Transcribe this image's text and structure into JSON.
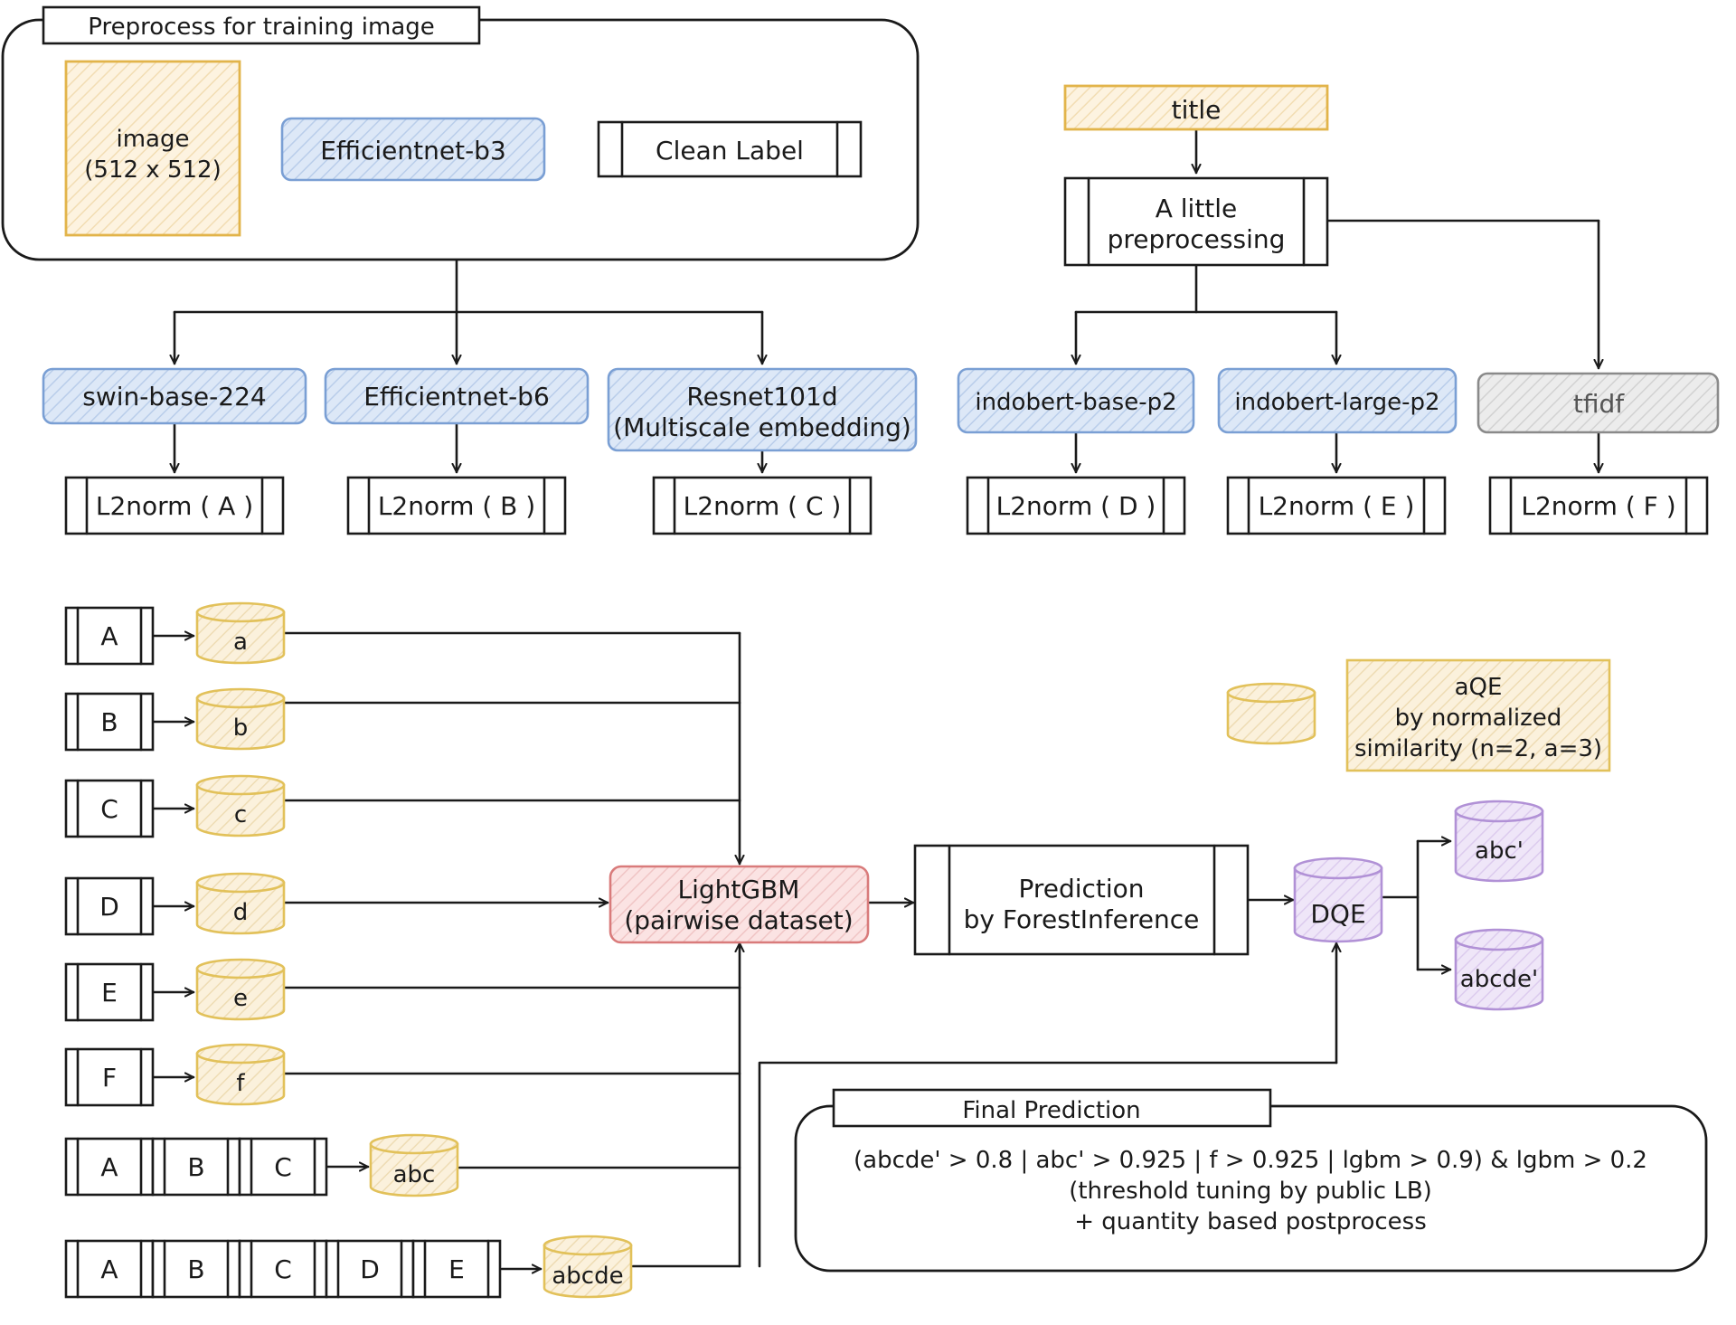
{
  "preprocess": {
    "title": "Preprocess for training image",
    "image_line1": "image",
    "image_line2": "(512 x 512)",
    "effnet_b3": "Efficientnet-b3",
    "clean_label": "Clean Label"
  },
  "image_models": {
    "swin": "swin-base-224",
    "effnet_b6": "Efficientnet-b6",
    "resnet_line1": "Resnet101d",
    "resnet_line2": "(Multiscale embedding)"
  },
  "text_branch": {
    "title": "title",
    "preproc_line1": "A little",
    "preproc_line2": "preprocessing",
    "indobert_base": "indobert-base-p2",
    "indobert_large": "indobert-large-p2",
    "tfidf": "tfidf"
  },
  "l2norms": [
    "L2norm ( A )",
    "L2norm ( B )",
    "L2norm ( C )",
    "L2norm ( D )",
    "L2norm ( E )",
    "L2norm ( F )"
  ],
  "feature_rows": [
    {
      "keys": [
        "A"
      ],
      "db": "a"
    },
    {
      "keys": [
        "B"
      ],
      "db": "b"
    },
    {
      "keys": [
        "C"
      ],
      "db": "c"
    },
    {
      "keys": [
        "D"
      ],
      "db": "d"
    },
    {
      "keys": [
        "E"
      ],
      "db": "e"
    },
    {
      "keys": [
        "F"
      ],
      "db": "f"
    },
    {
      "keys": [
        "A",
        "B",
        "C"
      ],
      "db": "abc"
    },
    {
      "keys": [
        "A",
        "B",
        "C",
        "D",
        "E"
      ],
      "db": "abcde"
    }
  ],
  "lightgbm": {
    "line1": "LightGBM",
    "line2": "(pairwise dataset)"
  },
  "prediction": {
    "line1": "Prediction",
    "line2": "by ForestInference"
  },
  "dqe": "DQE",
  "outputs": [
    "abc'",
    "abcde'"
  ],
  "legend": {
    "line1": "aQE",
    "line2": "by normalized",
    "line3": "similarity (n=2, a=3)"
  },
  "final": {
    "title": "Final Prediction",
    "line1": "(abcde' > 0.8 | abc' > 0.925 | f > 0.925 | lgbm > 0.9) & lgbm > 0.2",
    "line2": "(threshold tuning by public LB)",
    "line3": "+ quantity based postprocess"
  },
  "colors": {
    "image_orange": "#e2b44a",
    "model_blue": "#7a9fd4",
    "tfidf_gray": "#8a8a8a",
    "db_yellow": "#e2c15a",
    "lightgbm_red": "#d97b7b",
    "dqe_purple": "#b191d6"
  }
}
